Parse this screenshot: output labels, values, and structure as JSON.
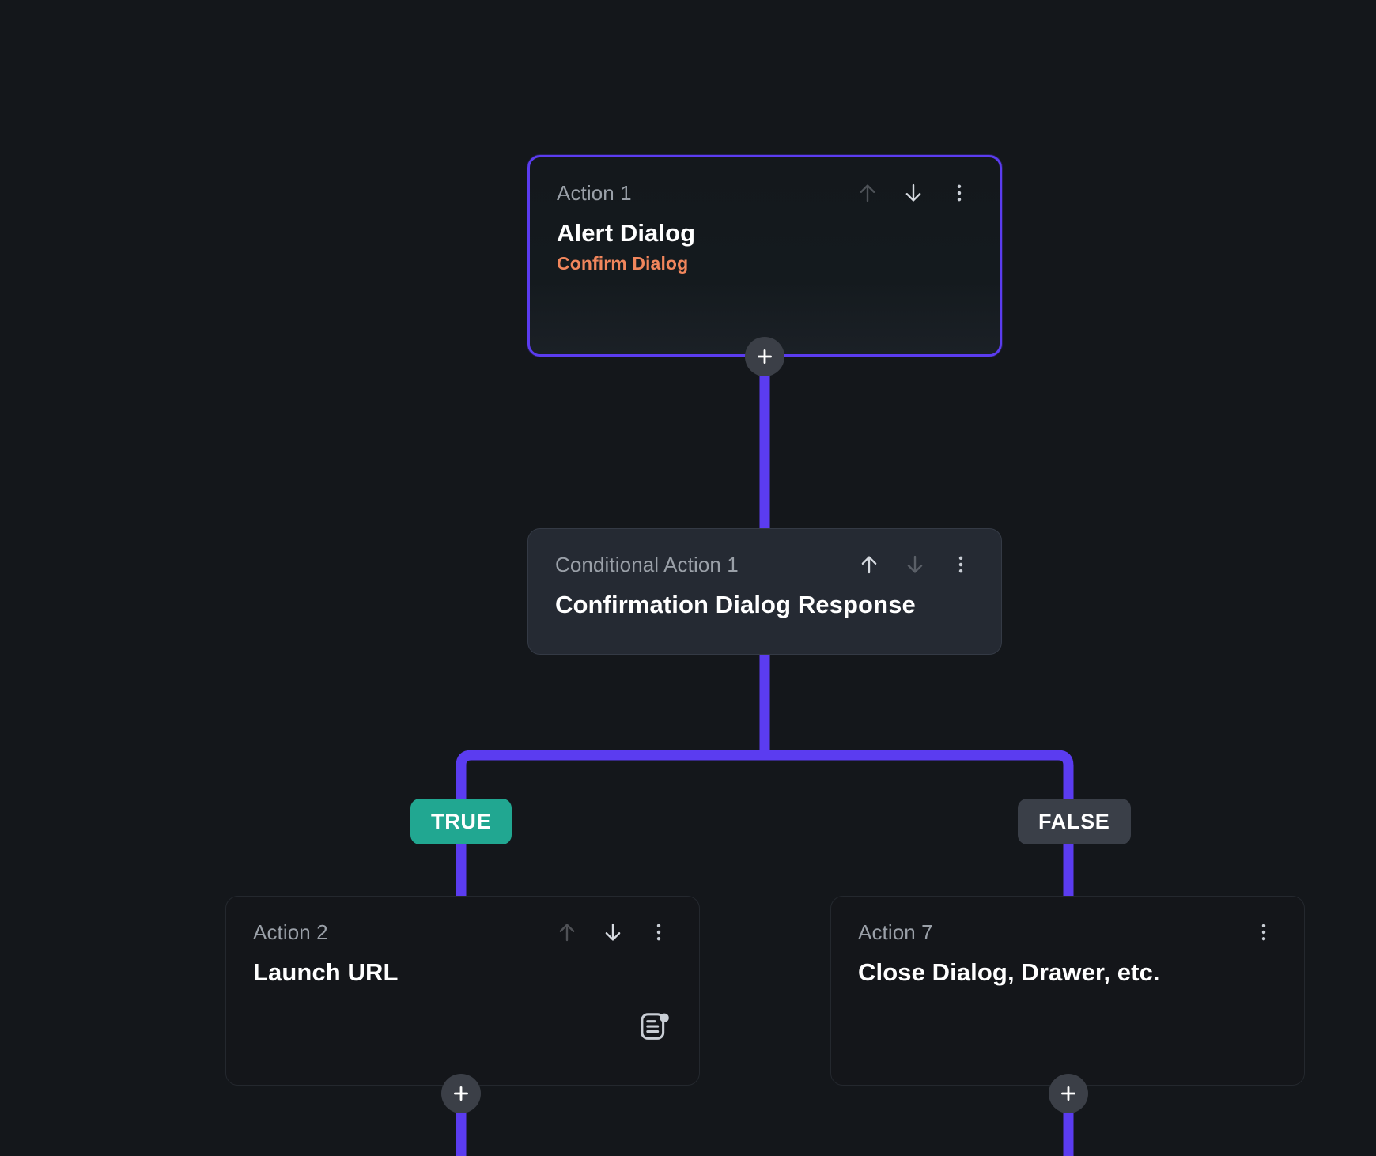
{
  "theme": {
    "page_bg": "#14171b",
    "wire_color": "#5b3cf0",
    "selected_border": "#5b3cf0",
    "true_pill_bg": "#21a791",
    "false_pill_bg": "#3a3f48",
    "note_text_color": "#f1865c",
    "muted_text_color": "#9aa0a8",
    "card_bg": "#14161a",
    "card_raised_bg": "#252a33",
    "plus_btn_bg": "#3b3f47"
  },
  "flow": {
    "nodes": [
      {
        "id": "action-1",
        "label": "Action 1",
        "title": "Alert Dialog",
        "note": "Confirm Dialog",
        "selected": true,
        "raised": false,
        "icons": {
          "move_up": "arrow-up-icon",
          "move_up_enabled": false,
          "move_down": "arrow-down-icon",
          "move_down_enabled": true,
          "menu": "more-vertical-icon"
        },
        "has_note_badge": false,
        "add_button_label": "+"
      },
      {
        "id": "conditional-action-1",
        "label": "Conditional Action 1",
        "title": "Confirmation Dialog Response",
        "note": "",
        "selected": false,
        "raised": true,
        "icons": {
          "move_up": "arrow-up-icon",
          "move_up_enabled": true,
          "move_down": "arrow-down-icon",
          "move_down_enabled": false,
          "menu": "more-vertical-icon"
        },
        "has_note_badge": false,
        "add_button_label": ""
      },
      {
        "id": "action-2",
        "label": "Action 2",
        "title": "Launch URL",
        "note": "",
        "selected": false,
        "raised": false,
        "icons": {
          "move_up": "arrow-up-icon",
          "move_up_enabled": false,
          "move_down": "arrow-down-icon",
          "move_down_enabled": true,
          "menu": "more-vertical-icon"
        },
        "has_note_badge": true,
        "add_button_label": "+"
      },
      {
        "id": "action-7",
        "label": "Action 7",
        "title": "Close Dialog, Drawer, etc.",
        "note": "",
        "selected": false,
        "raised": false,
        "icons": {
          "move_up": null,
          "move_up_enabled": false,
          "move_down": null,
          "move_down_enabled": false,
          "menu": "more-vertical-icon"
        },
        "has_note_badge": false,
        "add_button_label": "+"
      }
    ],
    "branches": [
      {
        "id": "branch-true",
        "label": "TRUE",
        "kind": "true"
      },
      {
        "id": "branch-false",
        "label": "FALSE",
        "kind": "false"
      }
    ]
  }
}
